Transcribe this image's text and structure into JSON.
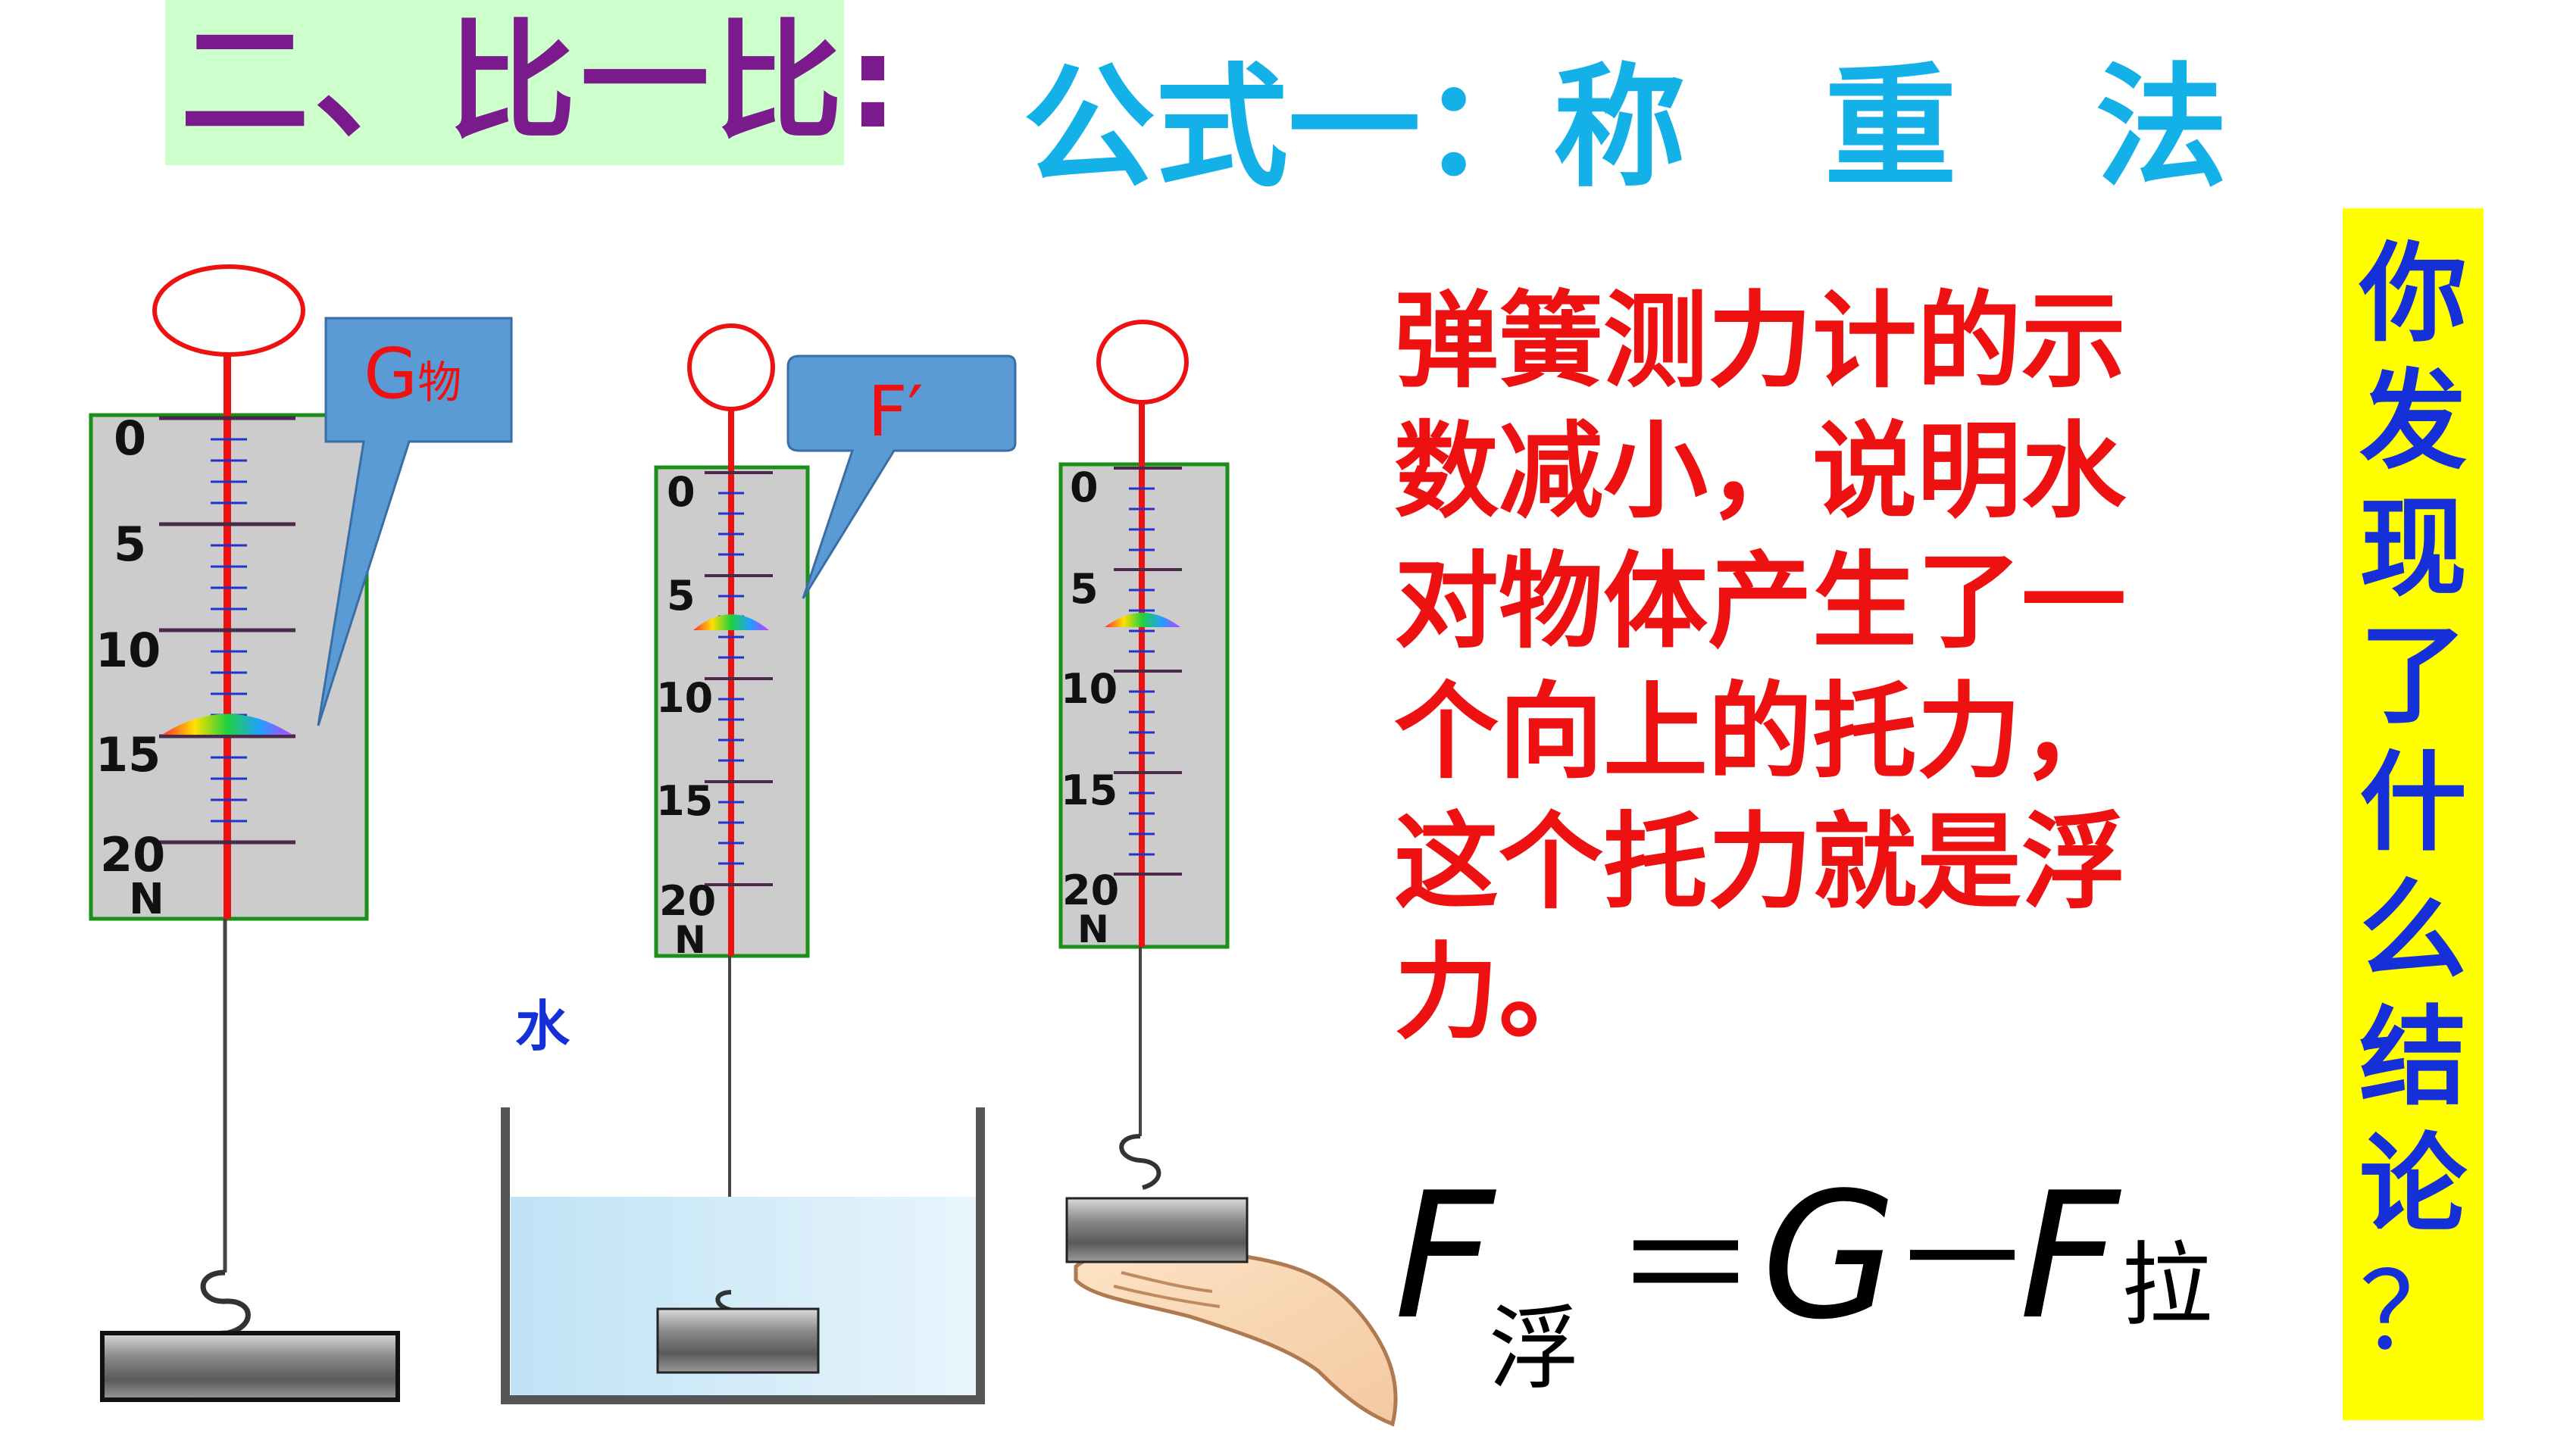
{
  "title": "二、比一比:",
  "subtitle": "公式一：称   重   法",
  "explanation": "弹簧测力计的示数减小，说明水对物体产生了一个向上的托力，这个托力就是浮力。",
  "question": "你发现了什么结论",
  "question_mark": "？",
  "water_label": "水",
  "callout_gravity": {
    "main": "G",
    "sub": "物"
  },
  "callout_reading": "F′",
  "scale_ticks": [
    "0",
    "5",
    "10",
    "15",
    "20"
  ],
  "scale_unit": "N",
  "formula": {
    "f1": "F",
    "sub1": "浮",
    "eq": "＝",
    "g": "G",
    "minus": "－",
    "f2": "F",
    "sub2": "拉"
  },
  "colors": {
    "title": "#7a1a8c",
    "title_bg": "#ccffcc",
    "subtitle": "#14b0e8",
    "explanation": "#ee1111",
    "question": "#1530d8",
    "question_bg": "#ffff00",
    "callout_bg": "#5b9bd5",
    "callout_text": "#ee1111",
    "scale_border": "#1a8f1a",
    "scale_face": "#cccccc",
    "spring": "#ee1111",
    "water": "#cfe9f7"
  }
}
